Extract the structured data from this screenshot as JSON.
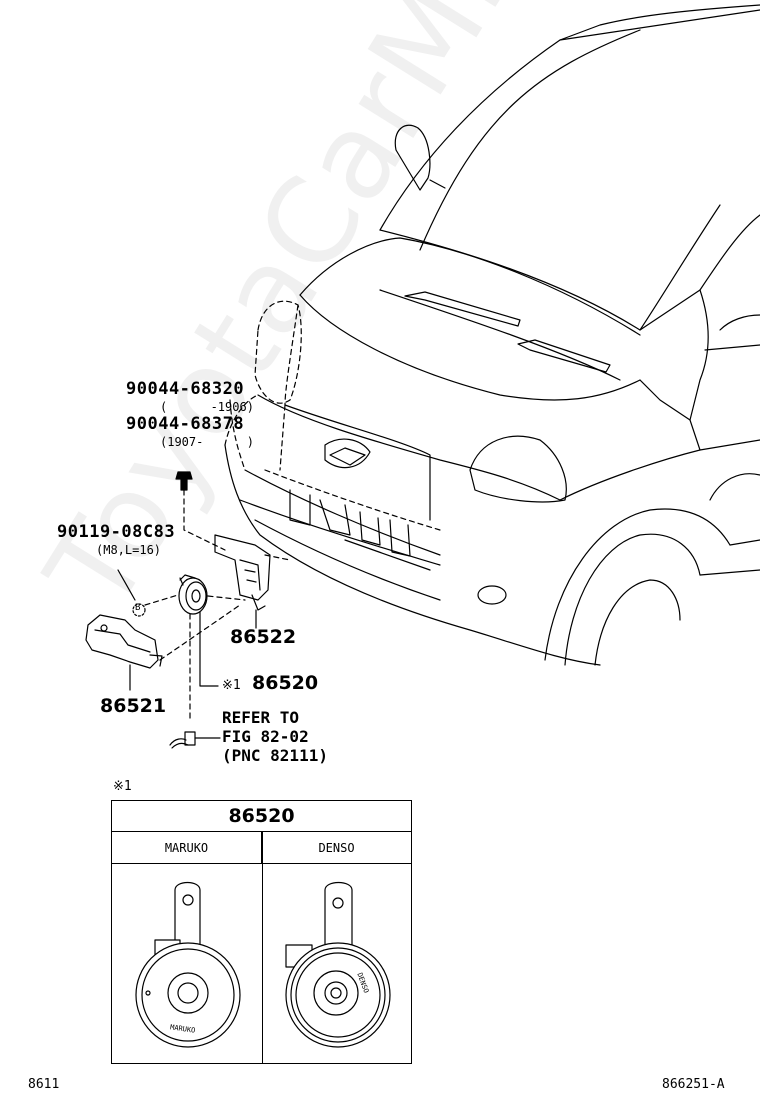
{
  "watermark": "ToyotaCarMine.ru",
  "callouts": {
    "bolt1_pn": "90044-68320",
    "bolt1_range": "(      -1906)",
    "bolt2_pn": "90044-68378",
    "bolt2_range": "(1907-      )",
    "bolt3_pn": "90119-08C83",
    "bolt3_spec": "(M8,L=16)",
    "marker_b": "B",
    "bracket_pn": "86522",
    "horn_note_mark": "※1",
    "horn_pn": "86520",
    "cover_pn": "86521",
    "refer_line1": "REFER TO",
    "refer_line2": "FIG 82-02",
    "refer_line3": "(PNC 82111)"
  },
  "table": {
    "note_mark": "※1",
    "header": "86520",
    "col_left": "MARUKO",
    "col_right": "DENSO",
    "horn_left_text": "MARUKO",
    "horn_right_text": "DENSO"
  },
  "footer": {
    "left": "8611",
    "right": "866251-A"
  }
}
